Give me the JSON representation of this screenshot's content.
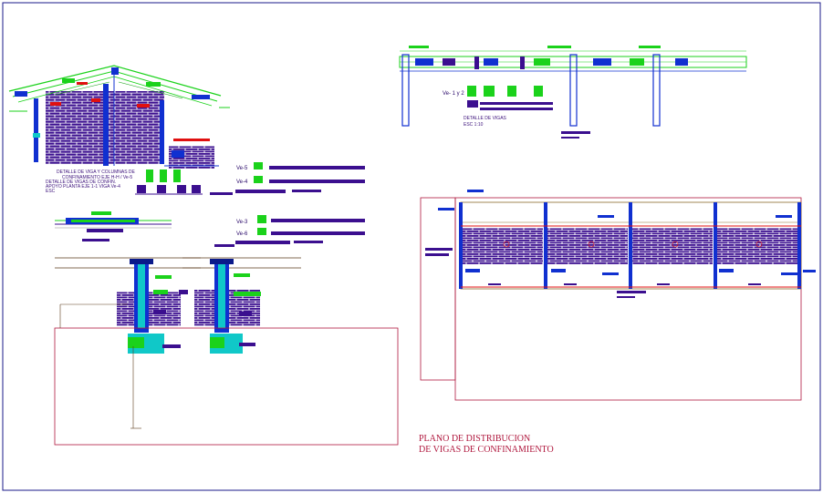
{
  "plan_title": {
    "line1": "PLANO  DE DISTRIBUCION",
    "line2": "DE VIGAS DE CONFINAMIENTO"
  },
  "details": {
    "roof_caption_1": "DETALLE DE VIGA Y COLUMNAS DE",
    "roof_caption_2": "CONFINAMIENTO EJE H-H / Ve-5",
    "roof_caption_3": "DETALLE DE VIGAS DE CONFIN.",
    "roof_caption_4": "APOYO PLANTA EJE 1-1 VIGA Ve-4",
    "roof_caption_5": "ESC",
    "top_beam_callout": "Ve- 1 y 2",
    "top_beam_caption_1": "DETALLE DE VIGAS",
    "top_beam_caption_2": "ESC 1:10",
    "tag_ve5": "Ve-5",
    "tag_ve4": "Ve-4",
    "tag_ve3": "Ve-3",
    "tag_ve6": "Ve-6"
  },
  "colors": {
    "magenta": "#b0183e",
    "brick": "#3b0f8f",
    "green": "#1bd21b",
    "blue": "#1030d0",
    "cyan": "#10c8c8",
    "text": "#2a0a6a",
    "red": "#e01010"
  }
}
